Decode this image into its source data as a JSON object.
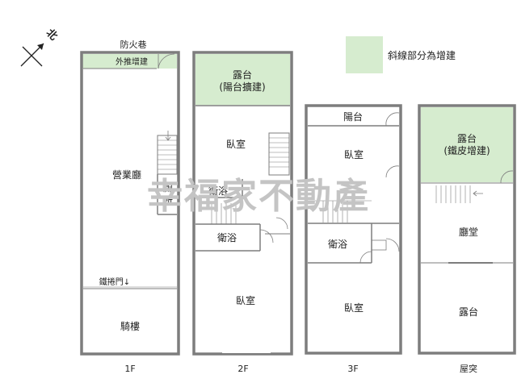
{
  "compass": {
    "north": "北"
  },
  "legend": {
    "text": "斜線部分為增建",
    "swatch_color": "#d6eccf"
  },
  "colors": {
    "wall": "#7d7d7d",
    "addition": "#d6eccf",
    "watermark": "#c4c4c4"
  },
  "watermark": "幸福家不動產",
  "floors": {
    "f1": {
      "label": "1F",
      "outside": "防火巷",
      "addition": "外推增建",
      "hall": "營業廳",
      "toilet_1": "廁",
      "toilet_2": "所",
      "shutter": "鐵捲門↓",
      "arcade": "騎樓"
    },
    "f2": {
      "label": "2F",
      "terrace": "露台",
      "terrace_note": "(陽台擴建)",
      "bedroom_top": "臥室",
      "bath_inner": "衛浴",
      "bath": "衛浴",
      "bedroom_bottom": "臥室"
    },
    "f3": {
      "label": "3F",
      "balcony": "陽台",
      "bedroom_top": "臥室",
      "bath": "衛浴",
      "bedroom_bottom": "臥室"
    },
    "roof": {
      "label": "屋突",
      "terrace": "露台",
      "terrace_note": "(鐵皮增建)",
      "hall": "廳堂",
      "terrace_bottom": "露台"
    }
  }
}
